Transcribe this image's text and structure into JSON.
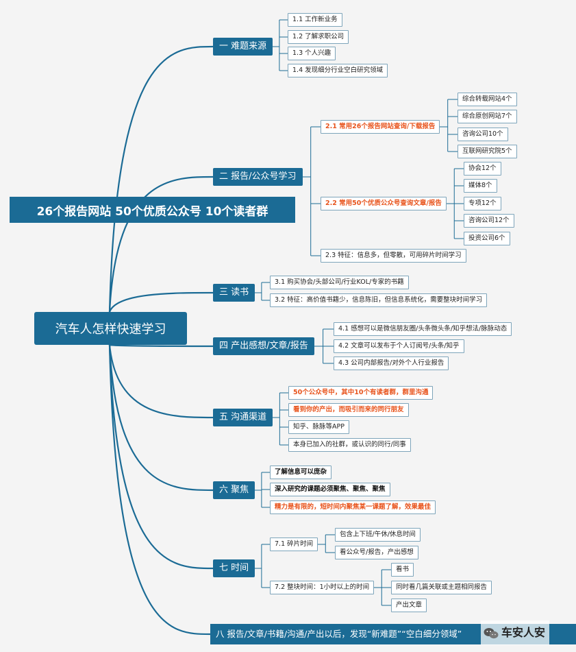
{
  "banner": "26个报告网站 50个优质公众号 10个读者群",
  "root": "汽车人怎样快速学习",
  "sections": [
    {
      "title": "一 难题来源",
      "items": [
        "1.1 工作新业务",
        "1.2 了解求职公司",
        "1.3 个人兴趣",
        "1.4 发现细分行业空白研究领域"
      ]
    },
    {
      "title": "二 报告/公众号学习",
      "sub": [
        {
          "label": "2.1 常用26个报告网站查询/下载报告",
          "items": [
            "综合转载网站4个",
            "综合原创网站7个",
            "咨询公司10个",
            "互联网研究院5个"
          ]
        },
        {
          "label": "2.2 常用50个优质公众号查询文章/报告",
          "items": [
            "协会12个",
            "媒体8个",
            "专项12个",
            "咨询公司12个",
            "投资公司6个"
          ]
        },
        {
          "label": "2.3 特征：信息多，但零散，可用碎片时间学习",
          "items": []
        }
      ]
    },
    {
      "title": "三 读书",
      "items": [
        "3.1 购买协会/头部公司/行业KOL/专家的书籍",
        "3.2 特征：高价值书籍少，信息陈旧，但信息系统化，需要整块时间学习"
      ]
    },
    {
      "title": "四 产出感想/文章/报告",
      "items": [
        "4.1 感想可以是微信朋友圈/头条微头条/知乎想法/脉脉动态",
        "4.2 文章可以发布于个人订阅号/头条/知乎",
        "4.3 公司内部报告/对外个人行业报告"
      ]
    },
    {
      "title": "五 沟通渠道",
      "items": [
        "50个公众号中，其中10个有读者群，群里沟通",
        "看到你的产出，而吸引而来的同行朋友",
        "知乎、脉脉等APP",
        "本身已加入的社群，或认识的同行/同事"
      ]
    },
    {
      "title": "六 聚焦",
      "items": [
        "了解信息可以庞杂",
        "深入研究的课题必须聚焦、聚焦、聚焦",
        "精力是有限的，短时间内聚焦某一课题了解，效果最佳"
      ]
    },
    {
      "title": "七 时间",
      "sub": [
        {
          "label": "7.1 碎片时间",
          "items": [
            "包含上下班/午休/休息时间",
            "看公众号/报告，产出感想"
          ]
        },
        {
          "label": "7.2 整块时间：1小时以上的时间",
          "items": [
            "看书",
            "同时看几篇关联或主题相同报告",
            "产出文章"
          ]
        }
      ]
    }
  ],
  "final": "八 报告/文章/书籍/沟通/产出以后，发现“新难题”“空白细分领域”",
  "logo": "车安人安",
  "icons": {
    "logo": "wechat-icon"
  },
  "colors": {
    "dark_blue": "#1b6b95",
    "orange_text": "#e8551e",
    "line": "#1b6b95"
  }
}
